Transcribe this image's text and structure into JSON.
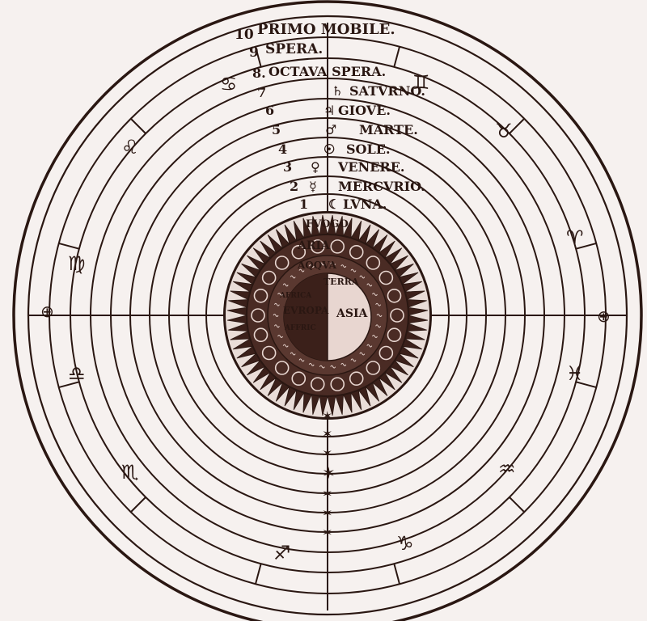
{
  "spheres": [
    {
      "number": "10",
      "name": "PRIMO MOBILE."
    },
    {
      "number": "9",
      "name": "SPERA."
    },
    {
      "number": "8.",
      "name": "OCTAVA SPERA."
    },
    {
      "number": "7",
      "planet_symbol": "♄",
      "name": "SATVRNO."
    },
    {
      "number": "6",
      "planet_symbol": "♃",
      "name": "GIOVE."
    },
    {
      "number": "5",
      "planet_symbol": "♂",
      "name": "MARTE."
    },
    {
      "number": "4",
      "planet_symbol": "☉",
      "name": "SOLE."
    },
    {
      "number": "3",
      "planet_symbol": "♀",
      "name": "VENERE."
    },
    {
      "number": "2",
      "planet_symbol": "☿",
      "name": "MERCVRIO."
    },
    {
      "number": "1",
      "planet_symbol": "☾",
      "name": "LVNA."
    }
  ],
  "elements": {
    "fire": "FVOGO",
    "air": "ARIA",
    "water": "AQQVA",
    "earth": "TERRA"
  },
  "earth_regions": [
    "AFRICA",
    "EVROPA",
    "ASIA",
    "AFFRIC"
  ],
  "zodiac": [
    {
      "name": "cancer",
      "symbol": "♋"
    },
    {
      "name": "gemini",
      "symbol": "♊"
    },
    {
      "name": "taurus",
      "symbol": "♉"
    },
    {
      "name": "aries",
      "symbol": "♈"
    },
    {
      "name": "pisces",
      "symbol": "♓"
    },
    {
      "name": "aquarius",
      "symbol": "♒"
    },
    {
      "name": "capricorn",
      "symbol": "♑"
    },
    {
      "name": "sagittarius",
      "symbol": "♐"
    },
    {
      "name": "scorpio",
      "symbol": "♏"
    },
    {
      "name": "libra",
      "symbol": "♎"
    },
    {
      "name": "virgo",
      "symbol": "♍"
    },
    {
      "name": "leo",
      "symbol": "♌"
    }
  ],
  "cross_marks": [
    "⊕",
    "⊕"
  ],
  "colors": {
    "ink": "#2a1712",
    "paper": "#f6f1ef",
    "earth_dark": "#4a2b24",
    "earth_light": "#e8d6d0",
    "flame": "#3b201a"
  }
}
